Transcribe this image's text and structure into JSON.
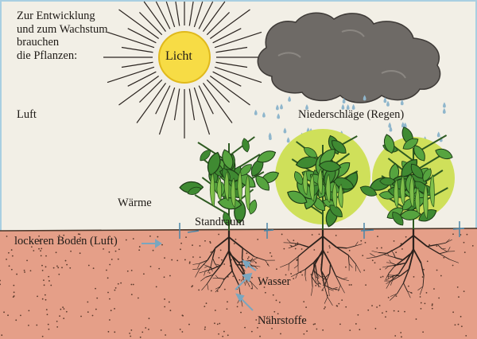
{
  "intro_lines": [
    "Zur Entwicklung",
    "und zum Wachstum",
    "brauchen",
    "die Pflanzen:"
  ],
  "labels": {
    "sun": "Licht",
    "air": "Luft",
    "precipitation": "Niederschläge (Regen)",
    "warmth": "Wärme",
    "space": "Standraum",
    "loose_soil": "lockeren Boden (Luft)",
    "water": "Wasser",
    "nutrients": "Nährstoffe"
  },
  "colors": {
    "background": "#f2efe6",
    "sun": "#f7dc45",
    "cloud": "#6e6a66",
    "rain": "#8fb6cc",
    "soil": "#e59f88",
    "halo": "#cfe05a",
    "leaf": "#3f8a32",
    "root": "#2b211c",
    "arrow": "#7aa6bf",
    "frame": "#a9cfe1"
  }
}
